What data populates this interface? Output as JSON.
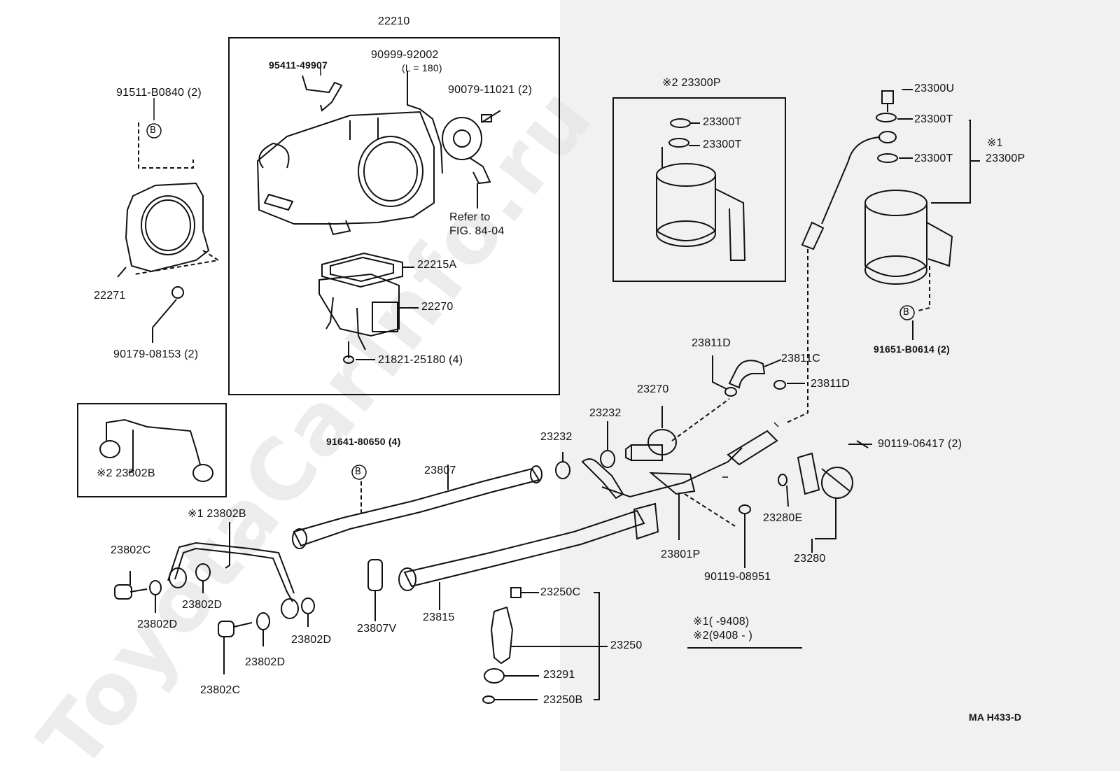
{
  "watermark": "ToyotaCarInfo.ru",
  "diagram_code": "MA H433-D",
  "legend": {
    "row1": "※1(       -9408)",
    "row2": "※2(9408 -       )"
  },
  "labels": {
    "p22210": "22210",
    "p95411": "95411-49907",
    "p90999": "90999-92002",
    "p90999_len": "(L = 180)",
    "p90079": "90079-11021 (2)",
    "p91511": "91511-B0840 (2)",
    "refer1": "Refer to",
    "refer2": "FIG. 84-04",
    "p22215A": "22215A",
    "p22271": "22271",
    "p22270": "22270",
    "p90179": "90179-08153 (2)",
    "p21821": "21821-25180 (4)",
    "p23300P_2": "※2 23300P",
    "p23300T_a": "23300T",
    "p23300T_b": "23300T",
    "p23300U": "23300U",
    "p23300T_c": "23300T",
    "p23300T_d": "23300T",
    "p23300P_1a": "※1",
    "p23300P_1b": "23300P",
    "p91651": "91651-B0614 (2)",
    "p23811D_a": "23811D",
    "p23811C": "23811C",
    "p23811D_b": "23811D",
    "p23270": "23270",
    "p23232_a": "23232",
    "p23232_b": "23232",
    "p91641": "91641-80650 (4)",
    "p23807": "23807",
    "p90119_06417": "90119-06417 (2)",
    "p23802B_2": "※2 23802B",
    "p23802B_1": "※1 23802B",
    "p23280E": "23280E",
    "p23801P": "23801P",
    "p23280": "23280",
    "p23802C_a": "23802C",
    "p90119_08951": "90119-08951",
    "p23802D_a": "23802D",
    "p23802D_b": "23802D",
    "p23250C": "23250C",
    "p23802D_c": "23802D",
    "p23815": "23815",
    "p23807V": "23807V",
    "p23250": "23250",
    "p23802D_d": "23802D",
    "p23291": "23291",
    "p23802C_b": "23802C",
    "p23250B": "23250B",
    "bolt_marker": "B"
  }
}
